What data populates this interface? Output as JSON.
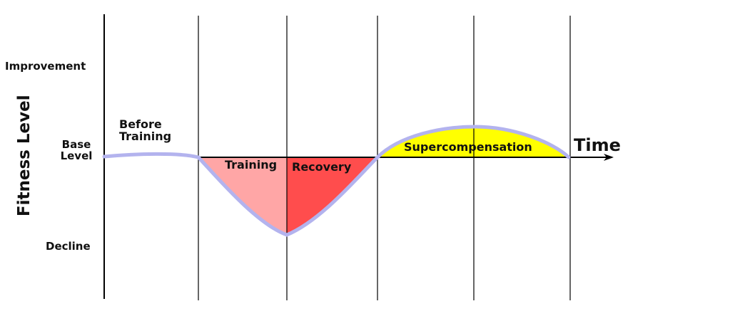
{
  "diagram": {
    "y_axis_title": "Fitness Level",
    "x_axis_title": "Time",
    "levels": {
      "improvement": "Improvement",
      "base": "Base\nLevel",
      "decline": "Decline"
    },
    "phases": {
      "before": "Before\nTraining",
      "training": "Training",
      "recovery": "Recovery",
      "supercompensation": "Supercompensation"
    },
    "colors": {
      "training_fill": "#ffa6a6",
      "recovery_fill": "#ff4d4d",
      "supercompensation_fill": "#ffff00",
      "curve": "#b3b3ee",
      "lines": "#000000"
    }
  }
}
